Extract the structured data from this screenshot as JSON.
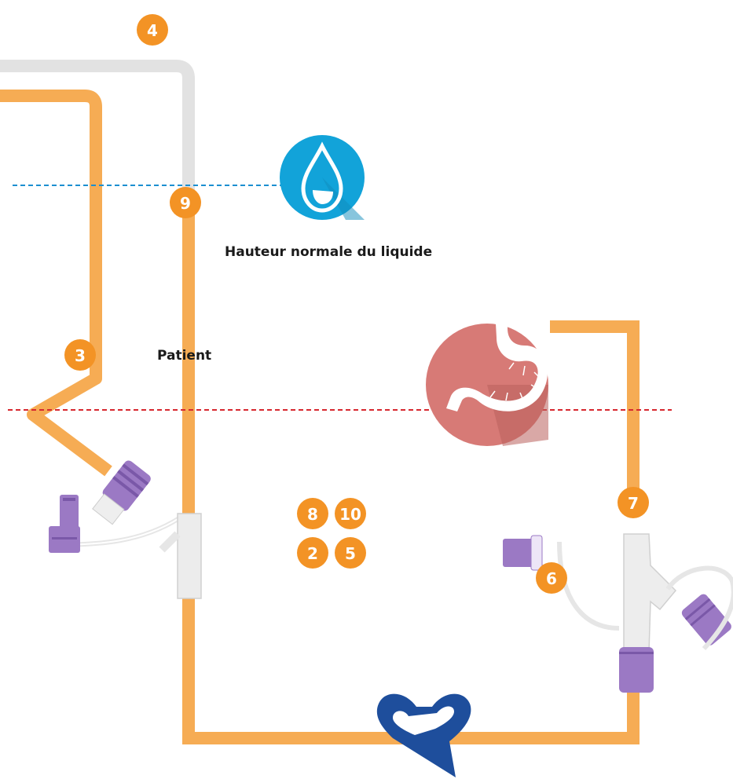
{
  "labels": {
    "liquid_height": "Hauteur normale du liquide",
    "patient": "Patient"
  },
  "badges": {
    "b4": "4",
    "b9": "9",
    "b3": "3",
    "b8": "8",
    "b10": "10",
    "b2": "2",
    "b5": "5",
    "b7": "7",
    "b6": "6"
  },
  "colors": {
    "tube": "#f6ac54",
    "tube_gray": "#e2e2e2",
    "badge": "#f39325",
    "connector": "#9b79c4",
    "connector_dark": "#7a58a8",
    "blue_line": "#1c8fd0",
    "red_line": "#d7282f",
    "drop_circle": "#12a3d9",
    "stomach_circle": "#d77a76",
    "logo": "#1e4e9c"
  },
  "icons": {
    "liquid": "water-drop-icon",
    "patient": "stomach-icon",
    "brand": "heart-logo-icon"
  }
}
